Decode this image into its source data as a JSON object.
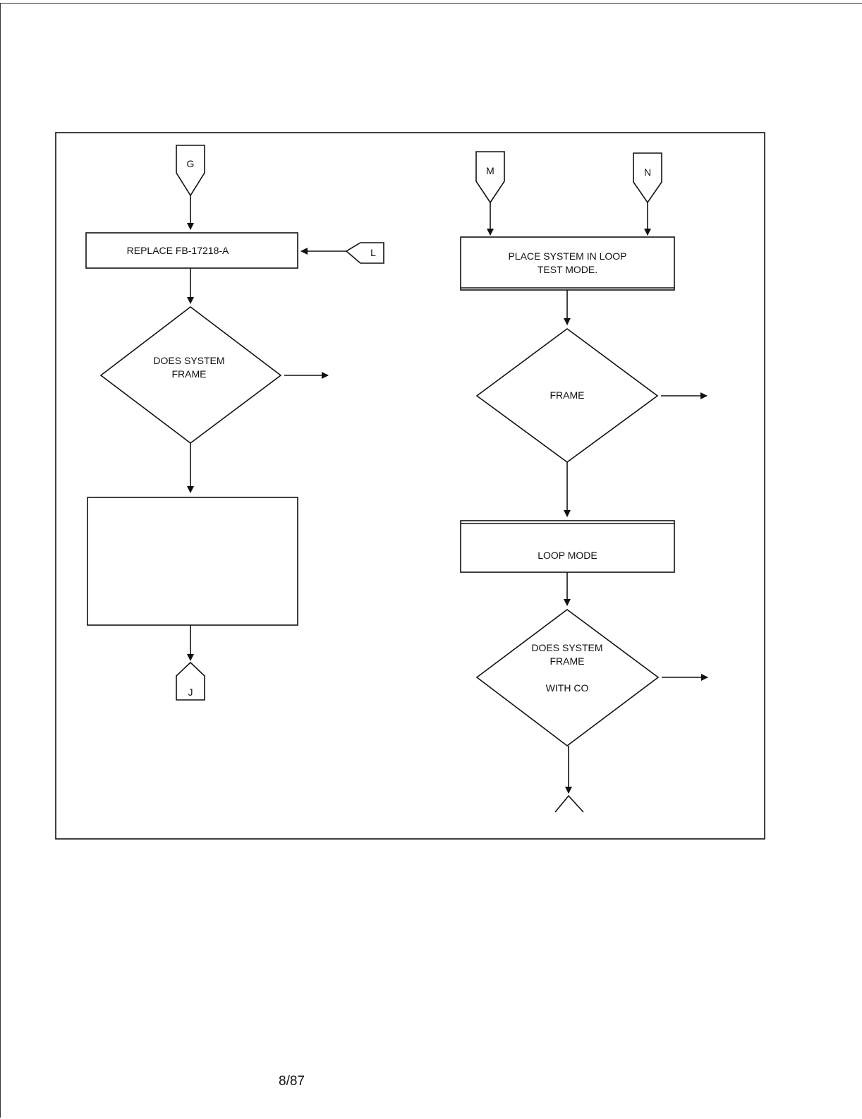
{
  "connectors": {
    "g": "G",
    "l": "L",
    "m": "M",
    "n": "N",
    "j": "J"
  },
  "boxes": {
    "replace_fb": "REPLACE FB-17218-A",
    "place_loop": "PLACE SYSTEM IN LOOP\nTEST MODE.",
    "blank": "",
    "loop_mode": "LOOP MODE"
  },
  "decisions": {
    "does_system_frame_left": "DOES SYSTEM\nFRAME",
    "frame_right": "FRAME",
    "does_system_frame_co": "DOES SYSTEM\nFRAME\n\nWITH CO"
  },
  "footer": {
    "page": "8/87"
  }
}
